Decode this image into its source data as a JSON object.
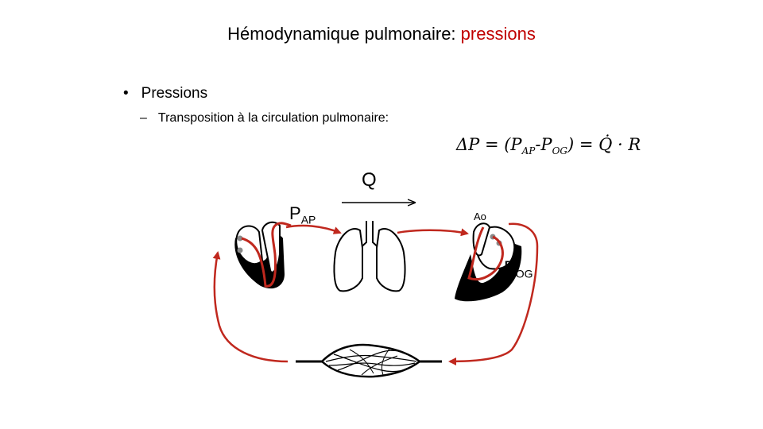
{
  "slide": {
    "title_main": "Hémodynamique pulmonaire: ",
    "title_accent": "pressions",
    "bullet_marker": "•",
    "bullet": "Pressions",
    "dash_marker": "–",
    "sub_bullet": "Transposition à la circulation pulmonaire:"
  },
  "formula": {
    "delta_p": "ΔP = (P",
    "sub_ap": "AP",
    "minus": "-P",
    "sub_og": "OG",
    "rest": ") = Q̇ · R"
  },
  "diagram": {
    "q_label": "Q",
    "q_dot": "·",
    "pap_main": "P",
    "pap_sub": "AP",
    "pog_main": "P",
    "pog_sub": "OG",
    "ao_label": "Ao",
    "colors": {
      "circulation": "#c0281e",
      "outline": "#000000"
    }
  }
}
